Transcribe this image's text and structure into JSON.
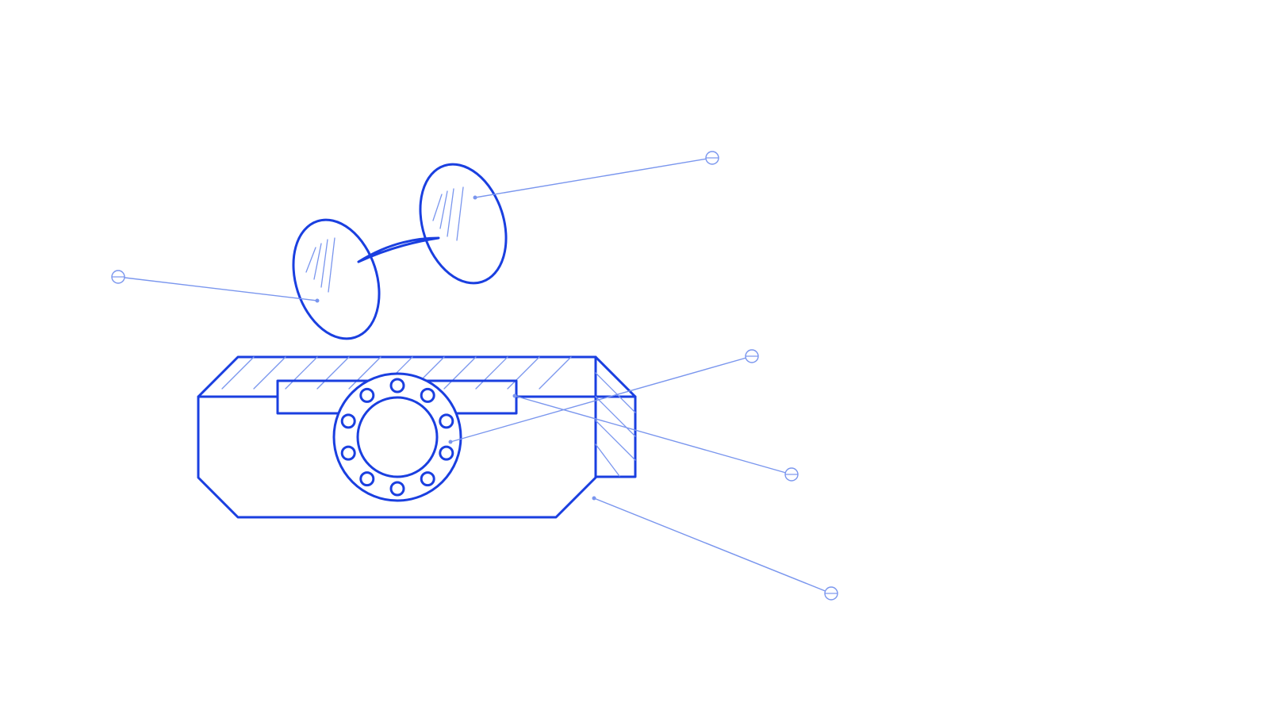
{
  "colors": {
    "outline": "#1a3fe0",
    "leader": "#7a96ee",
    "background": "#ffffff"
  },
  "callouts": [
    {
      "id": "callout-right-lens",
      "label": ""
    },
    {
      "id": "callout-left-lens",
      "label": ""
    },
    {
      "id": "callout-bearing",
      "label": ""
    },
    {
      "id": "callout-slot",
      "label": ""
    },
    {
      "id": "callout-housing",
      "label": ""
    }
  ]
}
